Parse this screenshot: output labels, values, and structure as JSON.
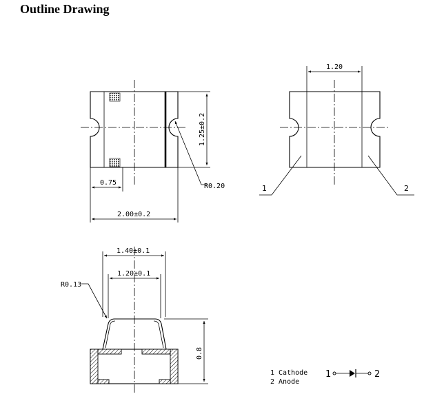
{
  "title": "Outline Drawing",
  "top_view": {
    "width_dim": "2.00±0.2",
    "height_dim": "1.25±0.2",
    "partial_dim": "0.75",
    "radius_label": "R0.20"
  },
  "side_view": {
    "inner_width_dim": "1.20",
    "pin1_label": "1",
    "pin2_label": "2"
  },
  "front_view": {
    "outer_dim": "1.40±0.1",
    "inner_dim": "1.20±0.1",
    "height_dim": "0.8",
    "radius_label": "R0.13"
  },
  "legend": {
    "line1": "1 Cathode",
    "line2": "2 Anode"
  },
  "schematic": {
    "pin1": "1",
    "pin2": "2"
  }
}
